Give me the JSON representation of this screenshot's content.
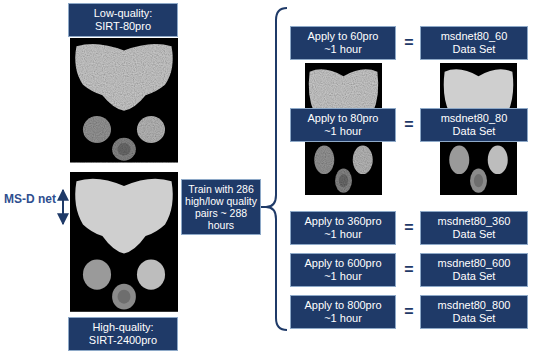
{
  "diagram": {
    "nodes": [
      {
        "text": [
          "Low-quality: SIRT-80pro"
        ]
      },
      {
        "text": [
          "High-quality: SIRT-2400pro"
        ]
      },
      {
        "text": [
          "Train with 286 high/low quality pairs ~ 288 hours"
        ]
      },
      {
        "text": [
          "Apply to 60pro ~1 hour"
        ]
      },
      {
        "text": [
          "msdnet80_60 Data Set"
        ]
      },
      {
        "text": [
          "Apply to 80pro ~1 hour"
        ]
      },
      {
        "text": [
          "msdnet80_80 Data Set"
        ]
      },
      {
        "text": [
          "Apply to 360pro ~1 hour"
        ]
      },
      {
        "text": [
          "msdnet80_360 Data Set"
        ]
      },
      {
        "text": [
          "Apply to 600pro ~1 hour"
        ]
      },
      {
        "text": [
          "msdnet80_600 Data Set"
        ]
      },
      {
        "text": [
          "Apply to 800pro ~1 hour"
        ]
      },
      {
        "text": [
          "msdnet80_800 Data Set"
        ]
      }
    ],
    "labels": [
      "MS-D net",
      "=",
      "=",
      "=",
      "=",
      "="
    ]
  }
}
